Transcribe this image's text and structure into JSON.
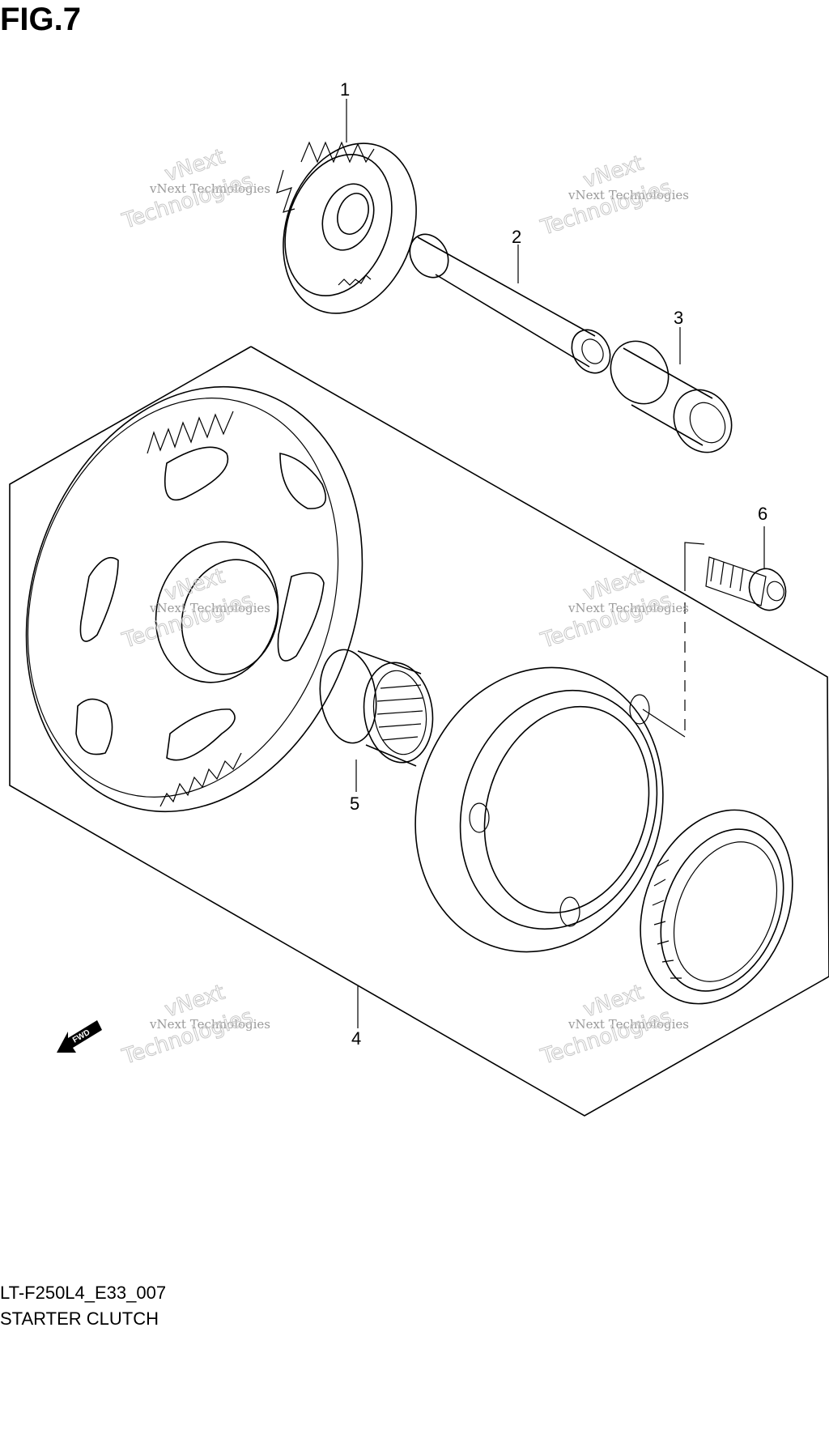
{
  "figure": {
    "title": "FIG.7",
    "code": "LT-F250L4_E33_007",
    "name": "STARTER CLUTCH"
  },
  "callouts": [
    "1",
    "2",
    "3",
    "4",
    "5",
    "6"
  ],
  "watermark": {
    "line1": "vNext Technologies",
    "line2": "vNext",
    "line3": "Technologies"
  },
  "direction_label": "FWD"
}
